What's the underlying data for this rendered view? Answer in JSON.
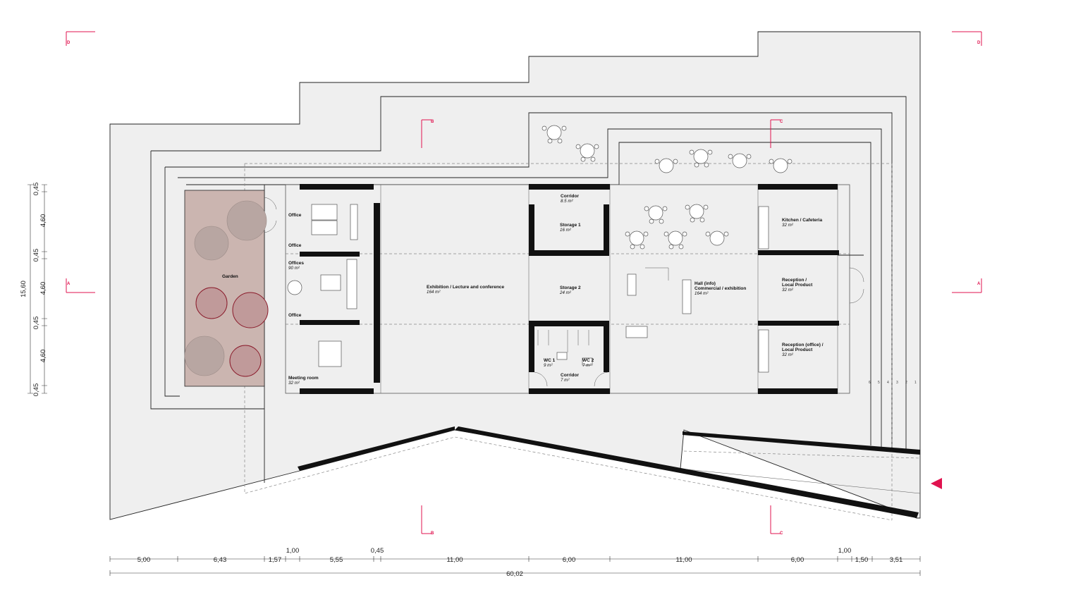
{
  "rooms": {
    "office_top": "Office",
    "office_small": "Office",
    "offices": "Offices",
    "offices_area": "90 m²",
    "office_lower": "Office",
    "meeting": "Meeting room",
    "meeting_area": "32 m²",
    "garden": "Garden",
    "exhibition": "Exhibition / Lecture and conference",
    "exhibition_area": "164 m²",
    "corridor_top": "Corridor",
    "corridor_top_area": "8.5 m²",
    "storage1": "Storage 1",
    "storage1_area": "16 m²",
    "storage2": "Storage 2",
    "storage2_area": "24 m²",
    "wc1": "WC 1",
    "wc1_area": "9 m²",
    "wc2": "WC 2",
    "wc2_area": "7 m²",
    "corridor_bottom": "Corridor",
    "corridor_bottom_area": "7 m²",
    "hall_1": "Hall (info)",
    "hall_2": "Commercial / exhibition",
    "hall_area": "164 m²",
    "kitchen": "Kitchen / Cafeteria",
    "kitchen_area": "32 m²",
    "reception_1": "Reception /",
    "reception_2": "Local Product",
    "reception_area": "32 m²",
    "reception_office_1": "Reception (office) /",
    "reception_office_2": "Local Product",
    "reception_office_area": "32 m²"
  },
  "dimensions": {
    "horizontal": [
      "5,00",
      "6,43",
      "1,57",
      "5,55",
      "11,00",
      "6,00",
      "11,00",
      "6,00",
      "1,50",
      "3,51"
    ],
    "horizontal_upper": [
      "1,00",
      "0,45",
      "1,00"
    ],
    "total": "60,02",
    "vertical": [
      "0,45",
      "4,60",
      "0,45",
      "4,60",
      "0,45",
      "4,60",
      "0,45"
    ],
    "vertical_total": "15,60"
  },
  "sections": {
    "a_left": "A",
    "a_right": "A",
    "b_top": "B",
    "b_bottom": "B",
    "c_top": "C",
    "c_bottom": "C",
    "d_left": "D",
    "d_right": "D"
  },
  "steps": [
    "6",
    "5",
    "4",
    "3",
    "2",
    "1"
  ],
  "colors": {
    "section_marker": "#e0134f",
    "garden_fill": "#cbb5b0",
    "ground_fill": "#efefef",
    "wall": "#111111",
    "tree_outline": "#8a1a2a"
  },
  "icons": {
    "entrance": "entrance-arrow-icon"
  }
}
